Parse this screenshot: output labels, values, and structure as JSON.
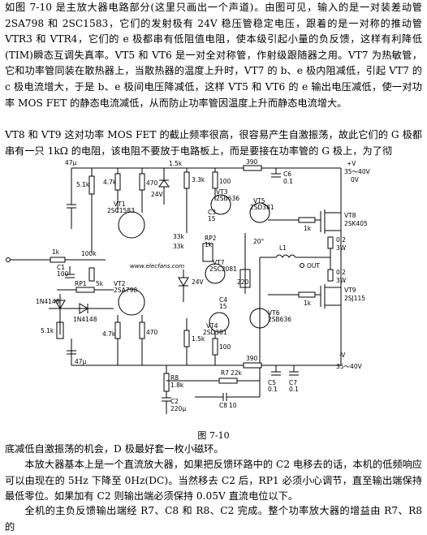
{
  "document": {
    "paragraphs_top": [
      "如图 7-10 是主放大器电路部分(这里只画出一个声道)。由图可见，输入的是一对装差动管 2SA798 和 2SC1583，它们的发射极有 24V 稳压管稳定电压，跟着的是一对称的推动管 VTR3 和 VTR4，它们的 e 极都串有低阻值电阻，使本级引起小量的负反馈，这样有利降低(TIM)瞬态互调失真率。VT5 和 VT6 是一对全对称管，作射级跟随器之用。VT7 为热敏管，它和功率管同装在散热器上，当散热器的温度上升时，VT7 的 b、e 极内阻减低，引起 VT7 的 c 极电流增大，于是 b、e 极间电压降减低，这样 VT5 和 VT6 的 e 输出电压减低，使一对功率 MOS FET 的静态电流减低，从而防止功率管因温度上升而静态电流增大。",
      "VT8 和 VT9 这对功率 MOS FET 的截止频率很高，很容易产生自激振荡，故此它们的 G 极都串有一只 1kΩ 的电阻，该电阻不要放于电路板上，而是要接在功率管的 G 极上，为了彻"
    ],
    "figure_caption": "图 7-10",
    "paragraphs_bottom": [
      "底减低自激振荡的机会，D 极最好套一枚小磁环。",
      "本放大器基本上是一个直流放大器，如果把反馈环路中的 C2 电移去的话，本机的低频响应可以由现在的 5Hz 下降至 0Hz(DC)。当然移去 C2 后，RP1 必须小心调节，直至输出端保持最低零位。如果加有 C2 则输出端必须保持 0.05V 直流电位以下。",
      "全机的主负反馈输出端经 R7、C8 和 R8、C2 完成。整个功率放大器的增益由 R7、R8 的"
    ]
  },
  "circuit": {
    "watermark": "www.elecfans.com",
    "supply_pos": "35～40V",
    "supply_pos_sign": "+V",
    "gnd_label": "0V",
    "supply_neg_sign": "-V",
    "supply_neg": "35～40V",
    "components": {
      "c_in": "47μ",
      "r_5k1_a": "5.1k",
      "r_4k7_a": "4.7k",
      "r_470_a": "470",
      "zener_24v_a": "24V",
      "r_3k3": "3.3k",
      "r_1k5_a": "1.5k",
      "r_100_a": "100",
      "r_390_a": "390",
      "c_c1": "C6",
      "c_c1_v": "0.1",
      "vt1": "VT1",
      "vt1_type": "2SC1583",
      "vt3": "VT3",
      "vt3_type": "2SB636",
      "c3": "C3",
      "c3_v": "15",
      "vt5": "VT5",
      "vt5_type": "2SD381",
      "r_33k_a": "33k",
      "r_33k_b": "33k",
      "rp2": "RP2",
      "rp2_v": "1k",
      "vt7": "VT7",
      "vt7_type": "2SC2081",
      "temp": "20°",
      "r_220": "220",
      "vt8": "VT8",
      "vt8_type": "2SK405",
      "r_1k_a": "1k",
      "r_02_a": "0.2",
      "w_3w_a": "3W",
      "l1": "L1",
      "out": "OUT",
      "r_02_b": "0.2",
      "w_3w_b": "3W",
      "vt9": "VT9",
      "vt9_type": "2SJ115",
      "r_1k_b": "1k",
      "r_1k_in": "1k",
      "r_100_in": "100k",
      "c1": "C1",
      "c1_v": "100",
      "rp1": "RP1",
      "rp1_v": "5k",
      "d1": "1N4148",
      "d2": "1N4148",
      "r_5k1_b": "5.1k",
      "vt2": "VT2",
      "vt2_type": "2SA798",
      "zener_24v_b": "24V",
      "c4": "C4",
      "c4_v": "15",
      "vt4": "VT4",
      "vt4_type": "2SD381",
      "vt6": "VT6",
      "vt6_type": "2SB636",
      "r_4k7_b": "4.7k",
      "r_470_b": "470",
      "r_1k5_b": "1.5k",
      "r_100_b": "100",
      "r_390_b": "390",
      "c5": "C5",
      "c5_v": "0.1",
      "c7": "C7",
      "c7_v": "0.1",
      "c_47u_b": "47μ",
      "r8": "R8",
      "r8_v": "1.8k",
      "r7": "R7",
      "r7_v": "22k",
      "c8": "C8",
      "c8_v": "10",
      "c2": "C2",
      "c2_v": "220μ"
    }
  }
}
